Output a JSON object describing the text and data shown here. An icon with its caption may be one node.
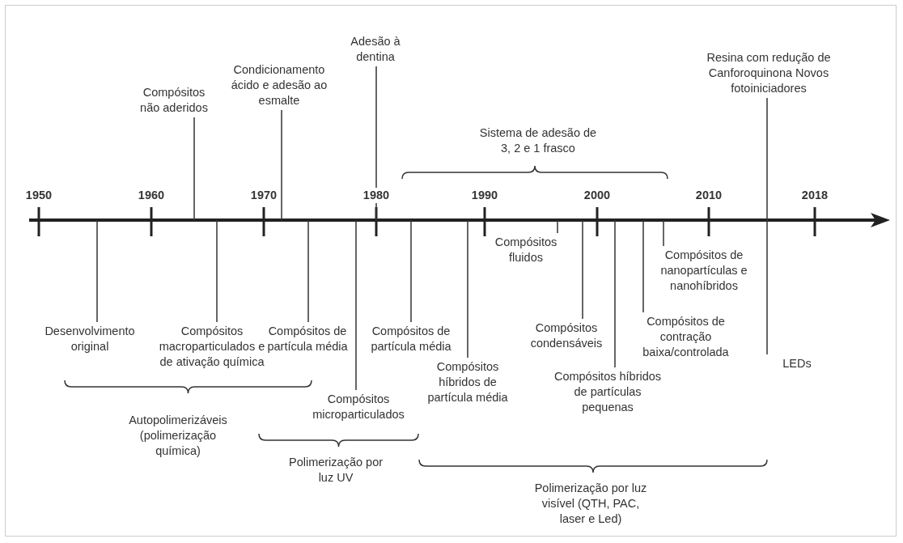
{
  "diagram": {
    "nodes": [
      {
        "text": [
          "Compósitos não aderidos"
        ]
      },
      {
        "text": [
          "Condicionamento ácido e adesão ao esmalte"
        ]
      },
      {
        "text": [
          "Adesão à dentina"
        ]
      },
      {
        "text": [
          "Resina com redução de Canforoquinona Novos fotoiniciadores"
        ]
      },
      {
        "text": [
          "Desenvolvimento original"
        ]
      },
      {
        "text": [
          "Compósitos macroparticulados e de ativação química"
        ]
      },
      {
        "text": [
          "Compósitos de partícula média"
        ]
      },
      {
        "text": [
          "Compósitos microparticulados"
        ]
      },
      {
        "text": [
          "Compósitos de partícula média"
        ]
      },
      {
        "text": [
          "Compósitos híbridos de partícula média"
        ]
      },
      {
        "text": [
          "Compósitos fluidos"
        ]
      },
      {
        "text": [
          "Compósitos condensáveis"
        ]
      },
      {
        "text": [
          "Compósitos híbridos de partículas pequenas"
        ]
      },
      {
        "text": [
          "Compósitos de contração baixa/controlada"
        ]
      },
      {
        "text": [
          "Compósitos de nanopartículas e nanohíbridos"
        ]
      },
      {
        "text": [
          "LEDs"
        ]
      }
    ],
    "edges": [
      {
        "from": 0,
        "to": null,
        "arrow": "none"
      },
      {
        "from": 1,
        "to": null,
        "arrow": "none"
      },
      {
        "from": 2,
        "to": null,
        "arrow": "none"
      },
      {
        "from": 3,
        "to": 15,
        "arrow": "none"
      },
      {
        "from": 4,
        "to": null,
        "arrow": "none"
      },
      {
        "from": 5,
        "to": null,
        "arrow": "none"
      },
      {
        "from": 6,
        "to": null,
        "arrow": "none"
      },
      {
        "from": 7,
        "to": null,
        "arrow": "none"
      },
      {
        "from": 8,
        "to": null,
        "arrow": "none"
      },
      {
        "from": 9,
        "to": null,
        "arrow": "none"
      },
      {
        "from": 10,
        "to": null,
        "arrow": "none"
      },
      {
        "from": 11,
        "to": null,
        "arrow": "none"
      },
      {
        "from": 12,
        "to": null,
        "arrow": "none"
      },
      {
        "from": 13,
        "to": null,
        "arrow": "none"
      },
      {
        "from": 14,
        "to": null,
        "arrow": "none"
      }
    ],
    "labels": [
      "Sistema de adesão de 3, 2 e 1 frasco",
      "1950",
      "1960",
      "1970",
      "1980",
      "1990",
      "2000",
      "2010",
      "2018",
      "Autopolimerizáveis (polimerização química)",
      "Polimerização por luz UV",
      "Polimerização por luz visível (QTH, PAC, laser e Led)"
    ]
  }
}
